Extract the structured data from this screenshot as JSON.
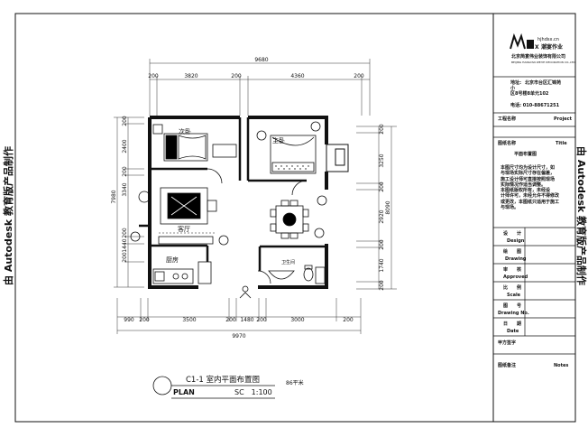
{
  "watermark": "由 Autodesk 教育版产品制作",
  "title_block": {
    "logo_letters": "HMX",
    "logo_url": "hjhdsx.cn",
    "logo_brand": "潮宴作业",
    "company_name": "北京简宴伟业装饰有限公司",
    "company_sub": "BEIJING HANGYAN WEIYE DECORATION CO.,LTD",
    "address_label": "地址:",
    "address_line1": "北京市台区汇锦苑",
    "address_line2": "小",
    "address_line3": "区8号楼8单元102",
    "phone": "电话: 010-88671251",
    "project_label": "工程名称",
    "project_en": "Project",
    "drawing_name_label": "图纸名称",
    "drawing_name_en": "Title",
    "drawing_name_value": "平面布置图",
    "notes": [
      "本图尺寸均为设计尺寸，如",
      "与现场实际尺寸存在偏差，",
      "施工设计师可直接按照现场",
      "实际情况作适当调整。",
      "本图纸版权所有，未经设",
      "计师许可，未经允许不得修改",
      "或更改，本图纸只适用于施工",
      "与现场。"
    ],
    "rows": [
      {
        "cn": "设　　计",
        "en": "Design"
      },
      {
        "cn": "绘　　图",
        "en": "Drawing"
      },
      {
        "cn": "审　　核",
        "en": "Approved"
      },
      {
        "cn": "比　　例",
        "en": "Scale"
      },
      {
        "cn": "图　　号",
        "en": "Drawing No."
      },
      {
        "cn": "日　　期",
        "en": "Date"
      }
    ],
    "sign_label": "甲方签字",
    "remarks_label": "图纸备注",
    "remarks_en": "Notes"
  },
  "plan": {
    "rooms": {
      "bedroom2": "次卧",
      "master": "主卧",
      "living": "客厅",
      "kitchen": "厨房",
      "bath": "卫生间"
    },
    "dims_top_total": "9680",
    "dims_top": [
      "200",
      "3820",
      "200",
      "4360",
      "200"
    ],
    "dims_bottom": [
      "990",
      "200",
      "3500",
      "200",
      "1480",
      "200",
      "3000",
      "200"
    ],
    "dims_bottom_total": "9970",
    "dims_left_total": "7980",
    "dims_left": [
      "200",
      "2400",
      "200",
      "3340",
      "200",
      "1440",
      "200"
    ],
    "dims_right_total": "8090",
    "dims_right": [
      "200",
      "3250",
      "200",
      "2920",
      "200",
      "1740",
      "200"
    ],
    "caption_line1": "C1-1 室内平面布置图",
    "caption_plan": "PLAN",
    "caption_scale": "SC　1:100",
    "caption_area": "86平米"
  }
}
